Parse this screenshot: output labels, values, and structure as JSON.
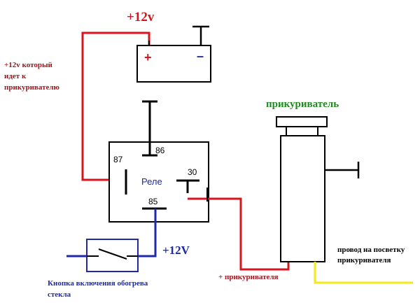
{
  "colors": {
    "background": "#ffffff",
    "black": "#000000",
    "red": "#d9141f",
    "dark_red": "#a3141c",
    "blue": "#1e2aa8",
    "yellow": "#f2ea1a",
    "green": "#1f8a1f",
    "lighter_fill": "#ffffff"
  },
  "labels": {
    "battery_voltage": "+12v",
    "battery_plus": "+",
    "battery_minus": "–",
    "lighter_feed_line1": "+12v который",
    "lighter_feed_line2": "идет к",
    "lighter_feed_line3": "прикуривателю",
    "relay_name": "Реле",
    "pin_87": "87",
    "pin_86": "86",
    "pin_30": "30",
    "pin_85": "85",
    "lighter_title": "прикуриватель",
    "switch_voltage": "+12V",
    "switch_caption_line1": "Кнопка включения обогрева",
    "switch_caption_line2": "стекла",
    "to_lighter_plus": "+ прикуривателя",
    "backlight_line1": "провод на посветку",
    "backlight_line2": "прикуривателя"
  }
}
